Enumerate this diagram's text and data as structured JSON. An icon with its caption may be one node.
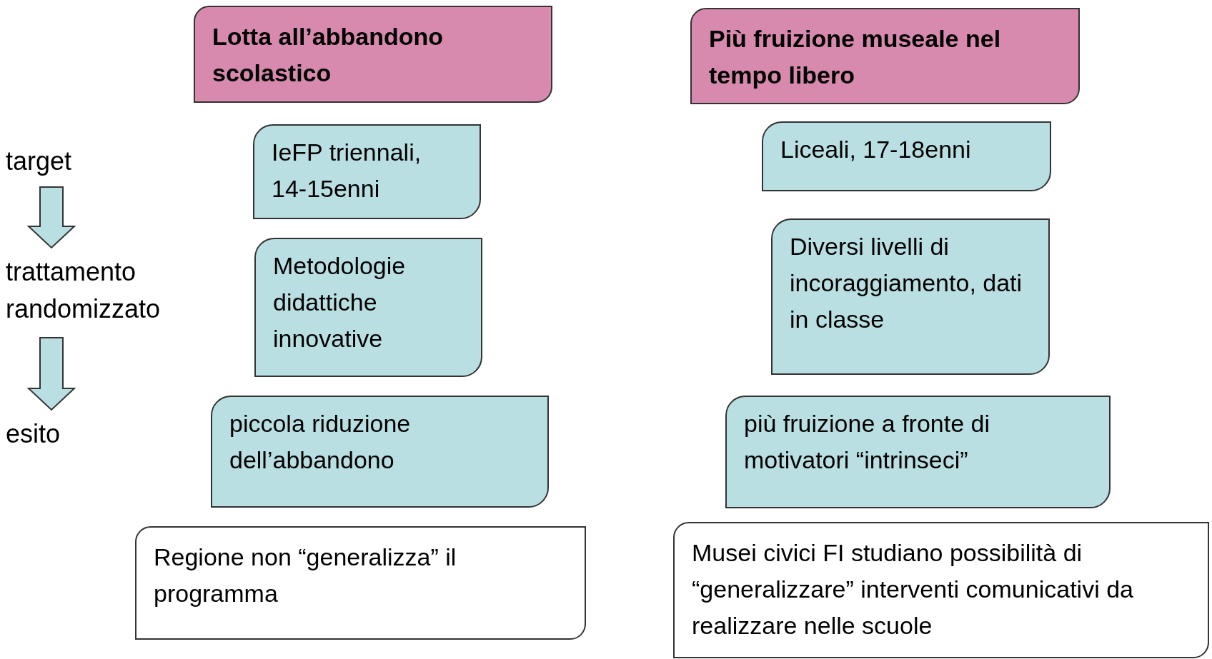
{
  "diagram": {
    "nodes": [
      {
        "text": [
          "Lotta all’abbandono scolastico"
        ]
      },
      {
        "text": [
          "Più fruizione museale nel tempo libero"
        ]
      },
      {
        "text": [
          "target"
        ]
      },
      {
        "text": [
          "IeFP triennali, 14-15enni"
        ]
      },
      {
        "text": [
          "Liceali, 17-18enni"
        ]
      },
      {
        "text": [
          "trattamento randomizzato"
        ]
      },
      {
        "text": [
          "Metodologie didattiche innovative"
        ]
      },
      {
        "text": [
          "Diversi livelli di incoraggiamento, dati in classe"
        ]
      },
      {
        "text": [
          "esito"
        ]
      },
      {
        "text": [
          "piccola riduzione dell’abbandono"
        ]
      },
      {
        "text": [
          "più fruizione a fronte di motivatori “intrinseci”"
        ]
      },
      {
        "text": [
          "Regione non “generalizza” il programma"
        ]
      },
      {
        "text": [
          "Musei civici FI studiano possibilità di “generalizzare” interventi comunicativi da realizzare nelle scuole"
        ]
      }
    ],
    "edges": [
      {
        "from": 2,
        "to": 5,
        "arrow": "to"
      },
      {
        "from": 5,
        "to": 8,
        "arrow": "to"
      }
    ]
  }
}
